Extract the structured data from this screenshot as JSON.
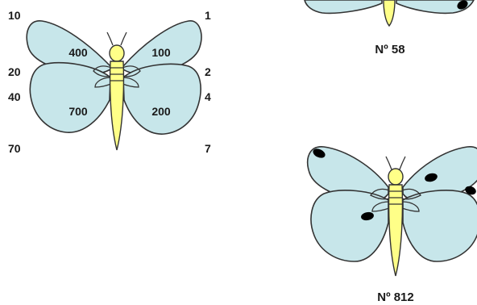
{
  "key_diagram": {
    "outer_left": [
      "10",
      "20",
      "40",
      "70"
    ],
    "outer_right": [
      "1",
      "2",
      "4",
      "7"
    ],
    "wing_values": {
      "upper_left": "400",
      "upper_right": "100",
      "lower_left": "700",
      "lower_right": "200"
    }
  },
  "examples": [
    {
      "caption": "Nº 58"
    },
    {
      "caption": "Nº 812"
    }
  ],
  "colors": {
    "wing": "#c7e6ea",
    "body": "#ffff88",
    "outline": "#333333",
    "spot": "#000000"
  }
}
